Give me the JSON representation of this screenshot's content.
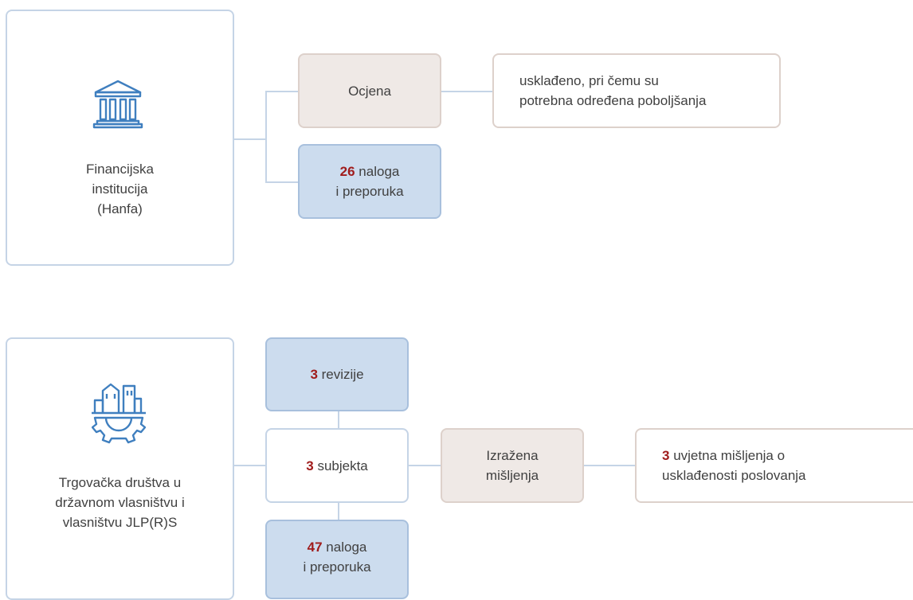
{
  "section1": {
    "entity": {
      "icon": "bank-building-icon",
      "label_lines": [
        "Financijska",
        "institucija",
        "(Hanfa)"
      ]
    },
    "assessment_label": "Ocjena",
    "assessment_value_lines": [
      "usklađeno, pri čemu su",
      "potrebna određena poboljšanja"
    ],
    "orders": {
      "count": "26",
      "text_line1": "naloga",
      "text_line2": "i preporuka"
    }
  },
  "section2": {
    "entity": {
      "icon": "city-gear-icon",
      "label_lines": [
        "Trgovačka društva u",
        "državnom vlasništvu i",
        "vlasništvu JLP(R)S"
      ]
    },
    "audits": {
      "count": "3",
      "text": "revizije"
    },
    "subjects": {
      "count": "3",
      "text": "subjekta"
    },
    "opinion_label_lines": [
      "Izražena",
      "mišljenja"
    ],
    "opinion_value": {
      "count": "3",
      "text_line1": "uvjetna mišljenja o",
      "text_line2": "usklađenosti poslovanja"
    },
    "orders": {
      "count": "47",
      "text_line1": "naloga",
      "text_line2": "i preporuka"
    }
  },
  "colors": {
    "accent_number": "#a01c1c",
    "icon_blue": "#3f7fbf",
    "blue_fill": "#ccdcee",
    "beige_fill": "#efe9e6",
    "connector": "#c5d4e6"
  }
}
